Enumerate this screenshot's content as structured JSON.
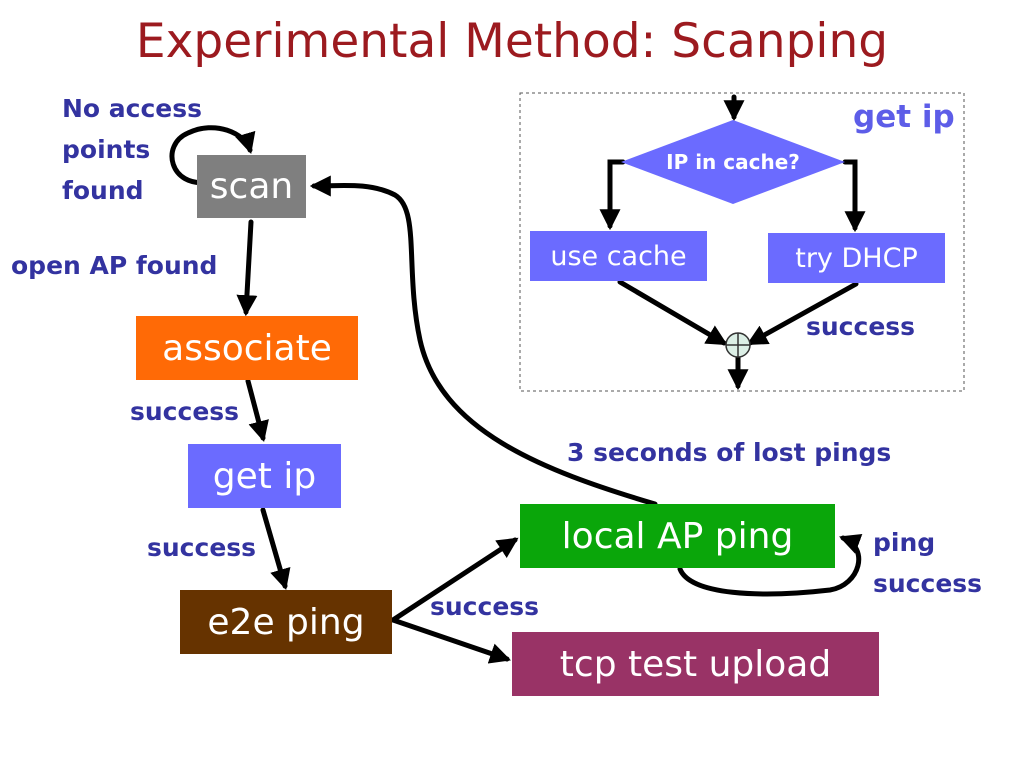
{
  "title": "Experimental Method: Scanping",
  "nodes": {
    "scan": "scan",
    "associate": "associate",
    "get_ip": "get ip",
    "e2e_ping": "e2e ping",
    "local_ap_ping": "local AP ping",
    "tcp_test_upload": "tcp test upload"
  },
  "edge_labels": {
    "no_access_points": "No access\npoints\nfound",
    "open_ap_found": "open AP found",
    "success_associate": "success",
    "success_get_ip": "success",
    "success_e2e": "success",
    "lost_pings": "3 seconds of lost pings",
    "ping_success": "ping\nsuccess"
  },
  "get_ip_detail": {
    "title": "get ip",
    "decision": "IP in cache?",
    "use_cache": "use cache",
    "try_dhcp": "try DHCP",
    "success": "success"
  },
  "colors": {
    "title": "#9c1a1f",
    "label": "#3333a0",
    "scan": "#7f7f7f",
    "associate": "#ff6a06",
    "get_ip": "#6b6bff",
    "e2e_ping": "#663300",
    "local_ap_ping": "#0aa60a",
    "tcp_test_upload": "#993366",
    "decision": "#6b6bff"
  }
}
